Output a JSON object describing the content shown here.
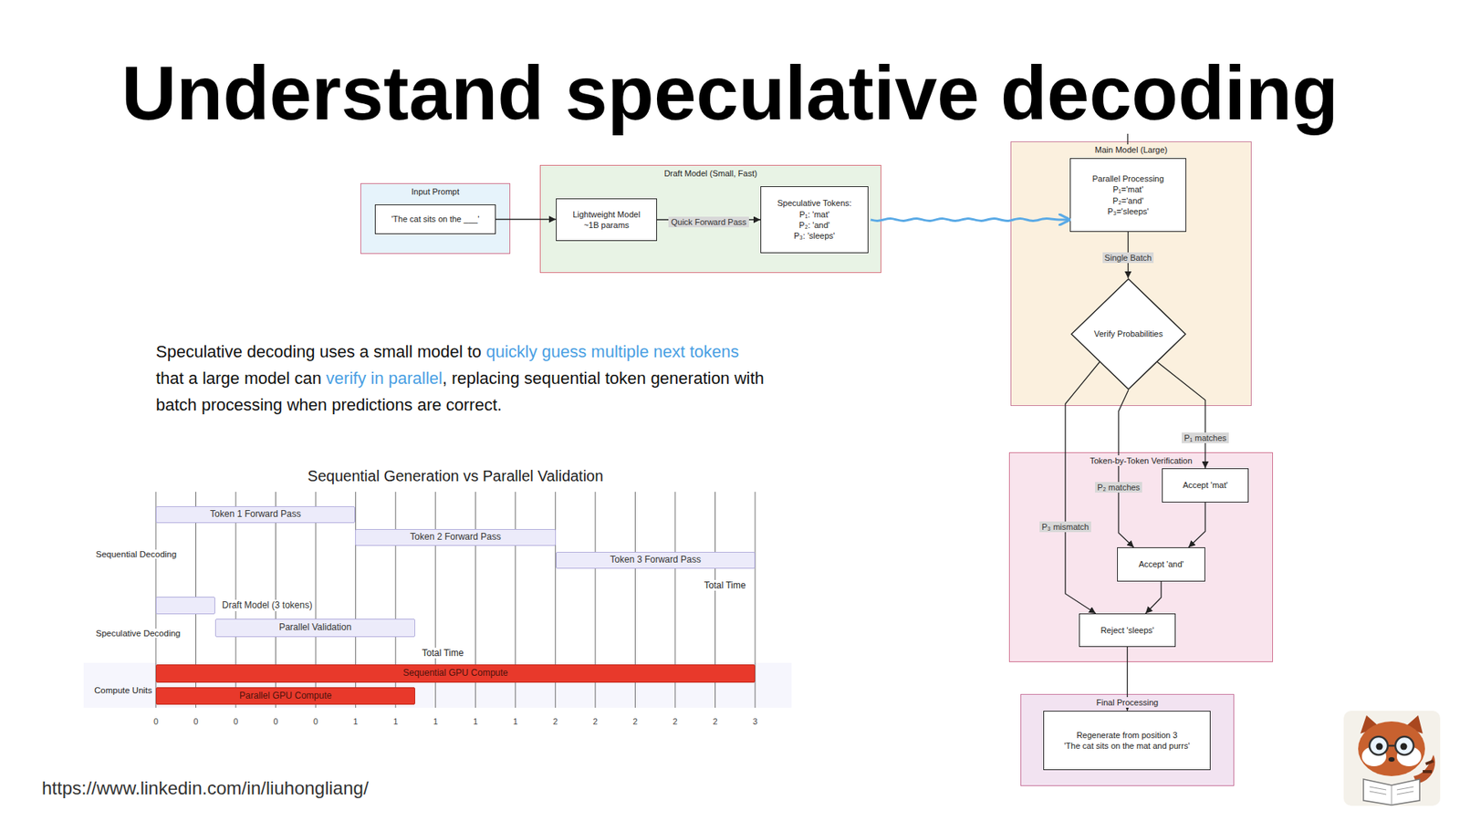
{
  "diagram": {
    "title": "Understand speculative decoding",
    "nodes": [
      {
        "text": [
          "Input Prompt"
        ]
      },
      {
        "text": [
          "'The cat sits on the ___'"
        ],
        "in": 0
      },
      {
        "text": [
          "Draft Model (Small, Fast)"
        ]
      },
      {
        "text": [
          "Lightweight Model ~1B params"
        ],
        "in": 2
      },
      {
        "text": [
          "Speculative Tokens:",
          "P₁: 'mat'",
          "P₂: 'and'",
          "P₃: 'sleeps'"
        ],
        "in": 2
      },
      {
        "text": [
          "Main Model (Large)"
        ]
      },
      {
        "text": [
          "Parallel Processing",
          "P₁='mat'",
          "P₂='and'",
          "P₃='sleeps'"
        ],
        "in": 5
      },
      {
        "text": [
          "Verify Probabilities"
        ],
        "in": 5
      },
      {
        "text": [
          "Token-by-Token Verification"
        ]
      },
      {
        "text": [
          "Accept 'mat'"
        ],
        "in": 8
      },
      {
        "text": [
          "Accept 'and'"
        ],
        "in": 8
      },
      {
        "text": [
          "Reject 'sleeps'"
        ],
        "in": 8
      },
      {
        "text": [
          "Final Processing"
        ]
      },
      {
        "text": [
          "Regenerate from position 3",
          "'The cat sits on the mat and purrs'"
        ],
        "in": 12
      },
      {
        "text": [
          "Token 1 Forward Pass"
        ]
      },
      {
        "text": [
          "Token 2 Forward Pass"
        ]
      },
      {
        "text": [
          "Token 3 Forward Pass"
        ]
      },
      {
        "text": [
          "Draft Model (3 tokens)"
        ]
      },
      {
        "text": [
          "Parallel Validation"
        ]
      },
      {
        "text": [
          "Sequential GPU Compute"
        ]
      },
      {
        "text": [
          "Parallel GPU Compute"
        ]
      }
    ],
    "edges": [
      {
        "from": 1,
        "to": 3,
        "arrow": "to"
      },
      {
        "from": 3,
        "to": 4,
        "label": "Quick Forward Pass",
        "arrow": "to"
      },
      {
        "from": 4,
        "to": 6,
        "arrow": "to"
      },
      {
        "from": 6,
        "to": 7,
        "label": "Single Batch",
        "arrow": "to"
      },
      {
        "from": 7,
        "to": 9,
        "label": "P₁ matches",
        "arrow": "to"
      },
      {
        "from": 7,
        "to": 10,
        "label": "P₂ matches",
        "arrow": "to"
      },
      {
        "from": 7,
        "to": 11,
        "label": "P₃ mismatch",
        "arrow": "to"
      },
      {
        "from": 9,
        "to": 10,
        "arrow": "to"
      },
      {
        "from": 10,
        "to": 11,
        "arrow": "to"
      },
      {
        "from": 11,
        "to": 13,
        "arrow": "to"
      }
    ],
    "labels": [
      "Sequential Generation vs Parallel Validation",
      "Sequential Decoding",
      "Total Time",
      "Speculative Decoding",
      "Total Time",
      "Compute Units",
      "0",
      "0",
      "0",
      "0",
      "0",
      "1",
      "1",
      "1",
      "1",
      "1",
      "2",
      "2",
      "2",
      "2",
      "2",
      "3",
      "Speculative decoding uses a small model to",
      "quickly guess multiple next tokens",
      "that a large model can",
      "verify in parallel",
      ", replacing sequential token generation with batch processing when predictions are correct.",
      "https://www.linkedin.com/in/liuhongliang/"
    ]
  }
}
